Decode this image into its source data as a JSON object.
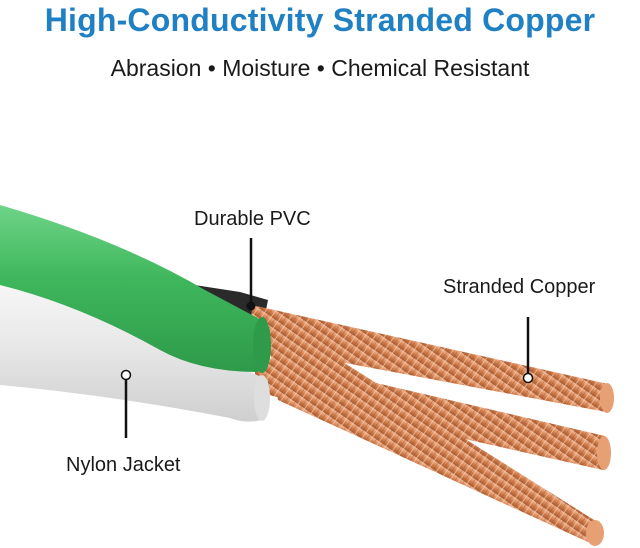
{
  "title": "High-Conductivity Stranded Copper",
  "subtitle": "Abrasion • Moisture • Chemical Resistant",
  "labels": {
    "pvc": "Durable PVC",
    "copper": "Stranded Copper",
    "nylon": "Nylon Jacket"
  },
  "colors": {
    "title": "#1f80c4",
    "green_jacket": "#4fc06a",
    "white_jacket": "#ececec",
    "copper": "#d9875a",
    "pointer": "#111111"
  }
}
